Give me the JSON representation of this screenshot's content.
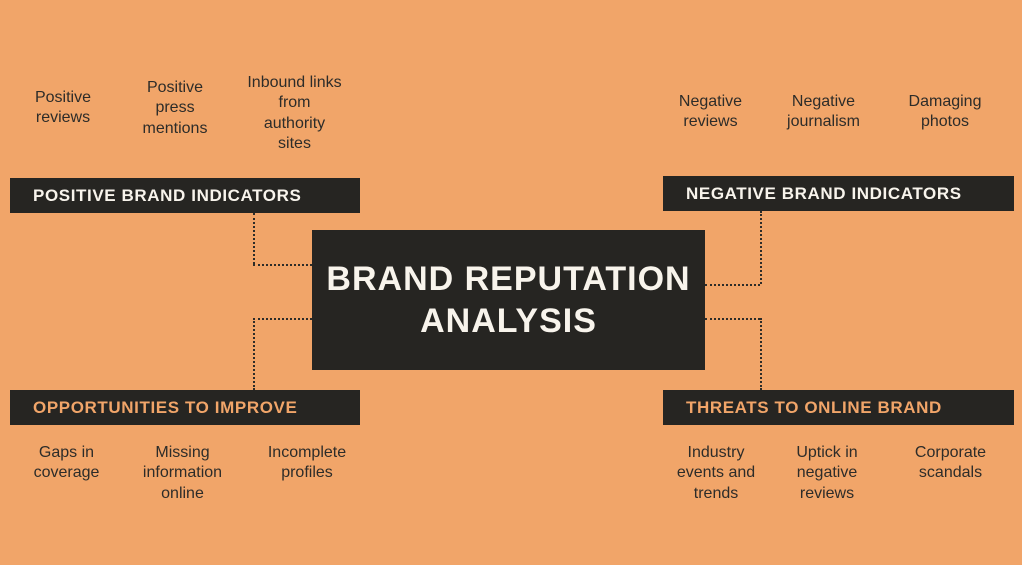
{
  "colors": {
    "background": "#f1a569",
    "panel": "#262522",
    "header_text_top": "#f8f4ec",
    "header_text_bottom": "#f1a569",
    "body_text": "#2d2c29"
  },
  "center": {
    "line1": "BRAND REPUTATION",
    "line2": "ANALYSIS"
  },
  "sections": {
    "positive": {
      "label": "POSITIVE BRAND INDICATORS",
      "items": [
        "Positive reviews",
        "Positive press mentions",
        "Inbound links from authority sites"
      ]
    },
    "negative": {
      "label": "NEGATIVE BRAND INDICATORS",
      "items": [
        "Negative reviews",
        "Negative journalism",
        "Damaging photos"
      ]
    },
    "opportunities": {
      "label": "OPPORTUNITIES TO IMPROVE",
      "items": [
        "Gaps in coverage",
        "Missing information online",
        "Incomplete profiles"
      ]
    },
    "threats": {
      "label": "THREATS TO ONLINE BRAND",
      "items": [
        "Industry events and trends",
        "Uptick in negative reviews",
        "Corporate scandals"
      ]
    }
  }
}
